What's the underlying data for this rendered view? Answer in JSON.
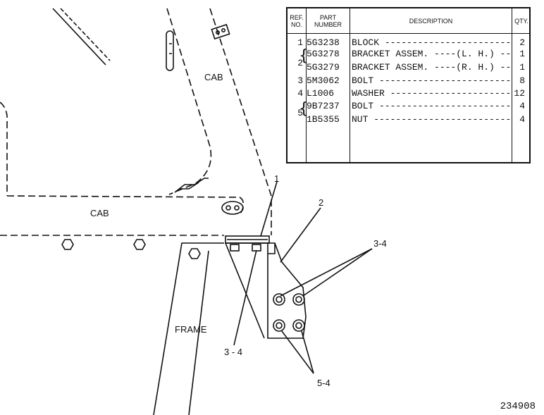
{
  "table": {
    "headers": {
      "ref_line1": "REF.",
      "ref_line2": "NO.",
      "part_line1": "PART",
      "part_line2": "NUMBER",
      "description": "DESCRIPTION",
      "qty": "QTY."
    },
    "rows": [
      {
        "ref": "1",
        "part": "5G3238",
        "description": "BLOCK",
        "qty": "2"
      },
      {
        "ref": "",
        "part": "5G3278",
        "description": "BRACKET ASSEM. ----(L. H.)",
        "qty": "1"
      },
      {
        "ref": "2",
        "part": "5G3279",
        "description": "BRACKET ASSEM. ----(R. H.)",
        "qty": "1"
      },
      {
        "ref": "3",
        "part": "5M3062",
        "description": "BOLT",
        "qty": "8"
      },
      {
        "ref": "4",
        "part": "L1006",
        "description": "WASHER",
        "qty": "12"
      },
      {
        "ref": "5",
        "part": "9B7237",
        "description": "BOLT",
        "qty": "4"
      },
      {
        "ref": "",
        "part": "1B5355",
        "description": "NUT",
        "qty": "4"
      }
    ]
  },
  "labels": {
    "cab_top": "CAB",
    "cab_left": "CAB",
    "frame": "FRAME",
    "callout_1": "1",
    "callout_2": "2",
    "callout_3_4_right": "3-4",
    "callout_3_4_left": "3 - 4",
    "callout_5_4": "5-4"
  },
  "drawing_number": "234908"
}
